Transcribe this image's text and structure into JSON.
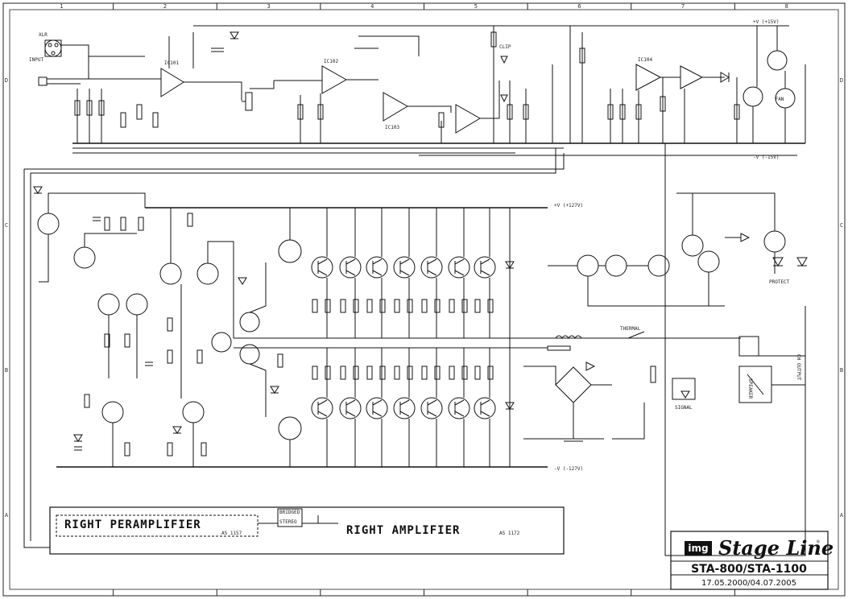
{
  "title_block": {
    "logo_mark": "img",
    "brand": "Stage Line",
    "registered": "®",
    "model": "STA-800/STA-1100",
    "dates": "17.05.2000/04.07.2005"
  },
  "blocks": {
    "preamp_label": "RIGHT PERAMPLIFIER",
    "preamp_code": "AS 1157",
    "amp_label": "RIGHT AMPLIFIER",
    "amp_code": "AS 1172",
    "stereo_label": "STEREO",
    "bridged_label": "BRIDGED"
  },
  "rails": {
    "top_pos": "+V (+15V)",
    "top_neg": "-V (-15V)",
    "amp_pos": "+V (+127V)",
    "amp_neg": "-V (-127V)"
  },
  "connectors": {
    "input": "INPUT",
    "xlr": "XLR",
    "speaker": "SPEAKER",
    "output": "CH OUTPUT"
  },
  "column_numbers": [
    "1",
    "2",
    "3",
    "4",
    "5",
    "6",
    "7",
    "8"
  ],
  "row_letters": [
    "D",
    "C",
    "B",
    "A"
  ],
  "part_labels": {
    "ic_a": "IC101",
    "ic_b": "IC102",
    "ic_c": "IC103",
    "ic_d": "IC104",
    "clip": "CLIP",
    "protect": "PROTECT",
    "signal": "SIGNAL",
    "fan": "FAN",
    "thermal": "THERMAL"
  }
}
